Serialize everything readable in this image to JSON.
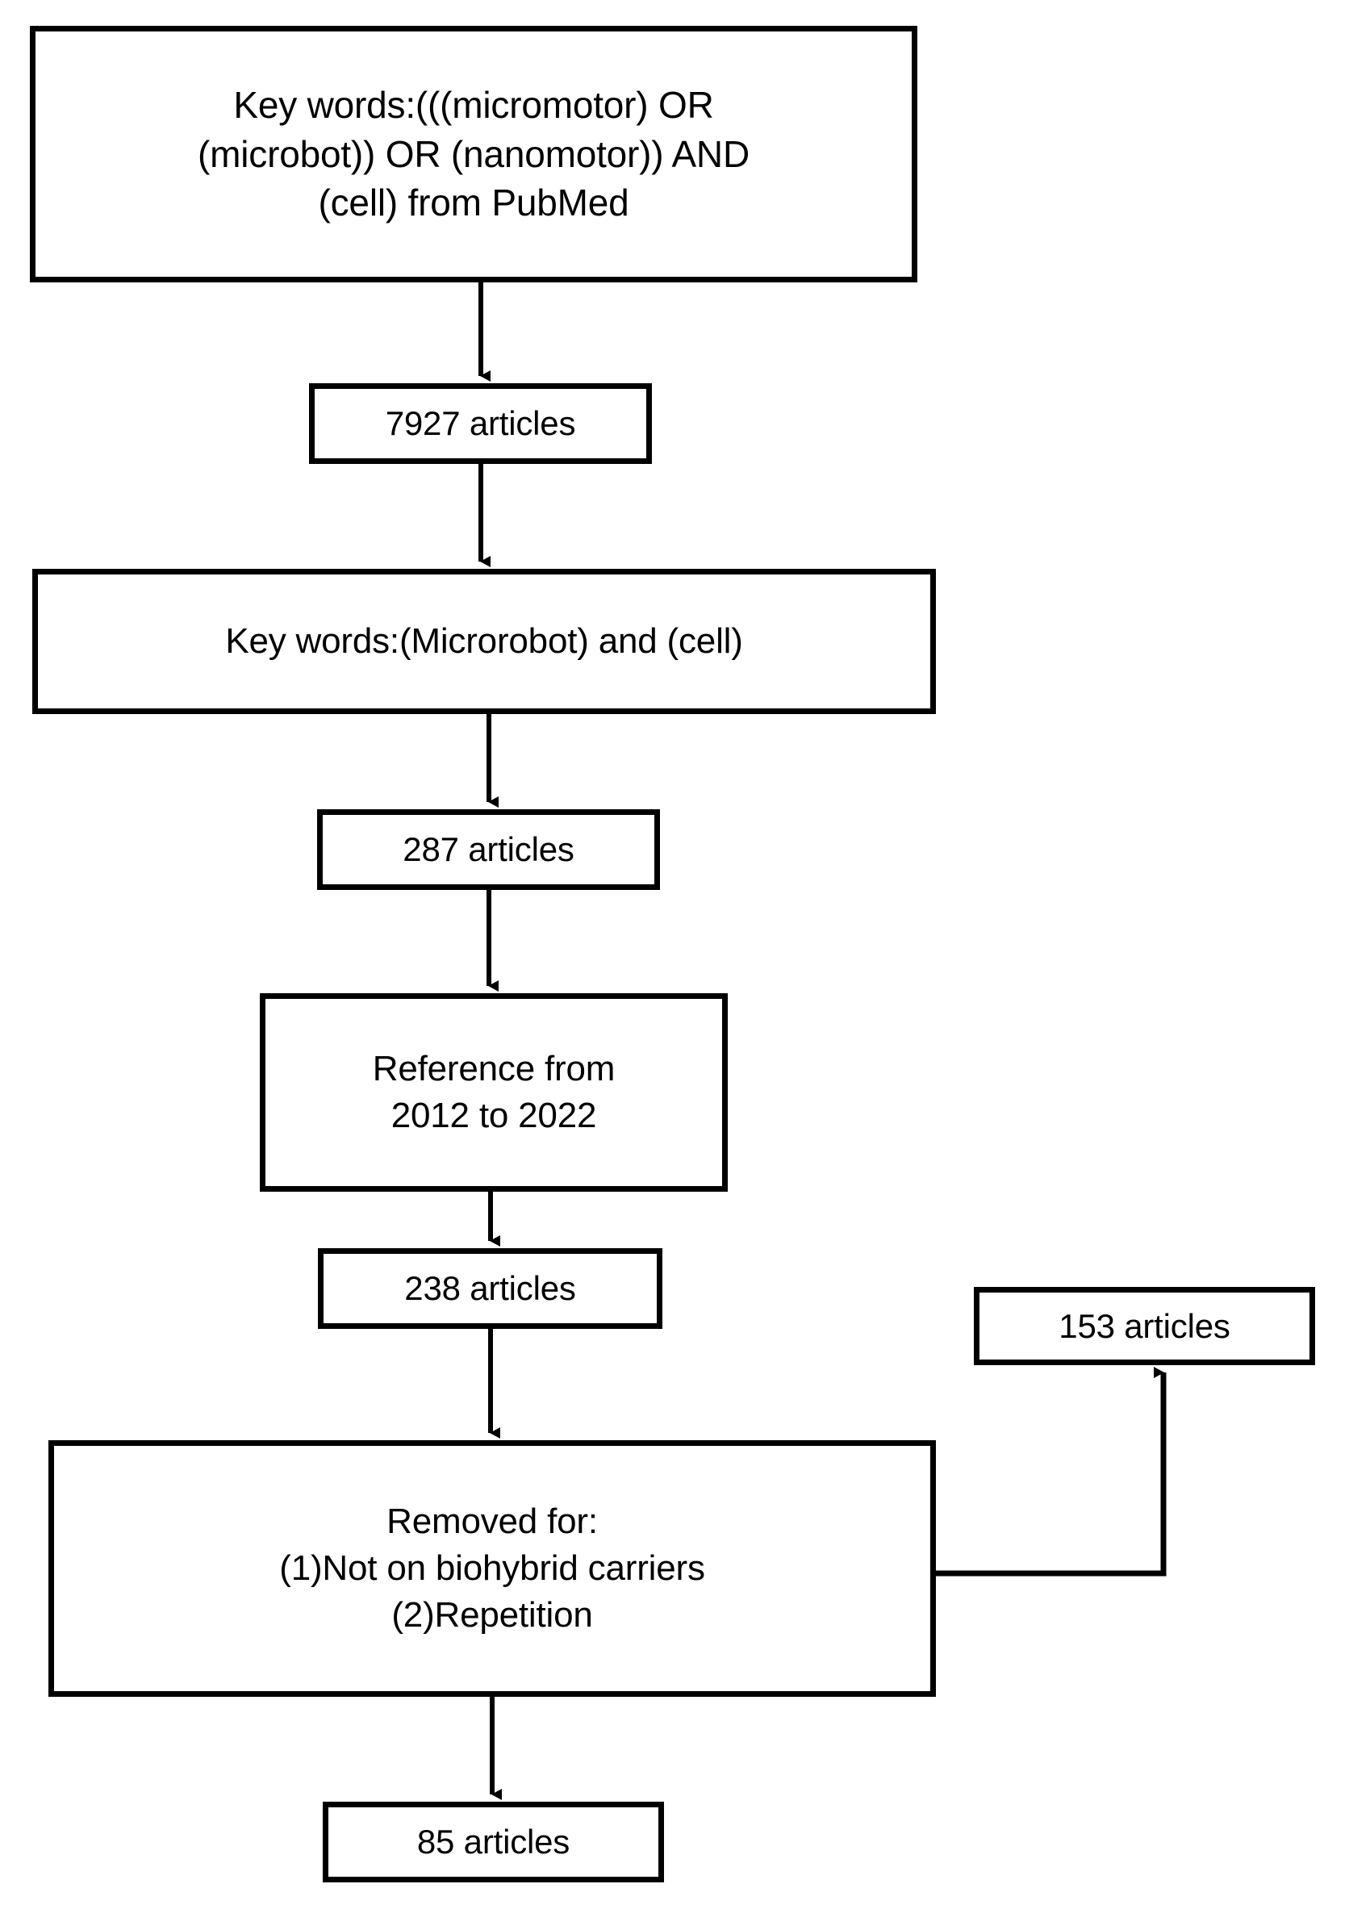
{
  "diagram": {
    "title": "Literature search and screening flowchart",
    "type": "flowchart",
    "colors": {
      "background": "#ffffff",
      "stroke": "#000000",
      "text": "#000000"
    },
    "nodes": [
      {
        "id": "query",
        "lines": [
          "Key words:(((micromotor) OR",
          "(microbot)) OR (nanomotor)) AND",
          "(cell) from PubMed"
        ]
      },
      {
        "id": "count-7927",
        "lines": [
          "7927 articles"
        ],
        "count": 7927,
        "unit": "articles"
      },
      {
        "id": "query-microrobot",
        "lines": [
          "Key words:(Microrobot) and (cell)"
        ]
      },
      {
        "id": "count-287",
        "lines": [
          "287 articles"
        ],
        "count": 287,
        "unit": "articles"
      },
      {
        "id": "reference-range",
        "lines": [
          "Reference from",
          "2012 to 2022"
        ],
        "year_from": 2012,
        "year_to": 2022
      },
      {
        "id": "count-238",
        "lines": [
          "238 articles"
        ],
        "count": 238,
        "unit": "articles"
      },
      {
        "id": "count-153",
        "lines": [
          "153 articles"
        ],
        "count": 153,
        "unit": "articles"
      },
      {
        "id": "removed-for",
        "lines": [
          "Removed for:",
          "(1)Not on biohybrid carriers",
          "(2)Repetition"
        ]
      },
      {
        "id": "count-85",
        "lines": [
          "85 articles"
        ],
        "count": 85,
        "unit": "articles"
      }
    ],
    "edges": [
      {
        "from": "query",
        "to": "count-7927",
        "direction": "down",
        "arrow": true
      },
      {
        "from": "count-7927",
        "to": "query-microrobot",
        "direction": "down",
        "arrow": true
      },
      {
        "from": "query-microrobot",
        "to": "count-287",
        "direction": "down",
        "arrow": true
      },
      {
        "from": "count-287",
        "to": "reference-range",
        "direction": "down",
        "arrow": true
      },
      {
        "from": "reference-range",
        "to": "count-238",
        "direction": "down",
        "arrow": true
      },
      {
        "from": "count-238",
        "to": "removed-for",
        "direction": "down",
        "arrow": true
      },
      {
        "from": "removed-for",
        "to": "count-153",
        "direction": "right-then-up",
        "arrow": true
      },
      {
        "from": "removed-for",
        "to": "count-85",
        "direction": "down",
        "arrow": true
      }
    ]
  },
  "n": {
    "query_l1": "Key words:(((micromotor) OR",
    "query_l2": "(microbot)) OR (nanomotor)) AND",
    "query_l3": "(cell) from PubMed",
    "c7927": "7927 articles",
    "microrobot": "Key words:(Microrobot) and (cell)",
    "c287": "287 articles",
    "ref_l1": "Reference from",
    "ref_l2": "2012 to 2022",
    "c238": "238 articles",
    "c153": "153 articles",
    "rem_l1": "Removed for:",
    "rem_l2": "(1)Not on biohybrid carriers",
    "rem_l3": "(2)Repetition",
    "c85": "85 articles"
  }
}
